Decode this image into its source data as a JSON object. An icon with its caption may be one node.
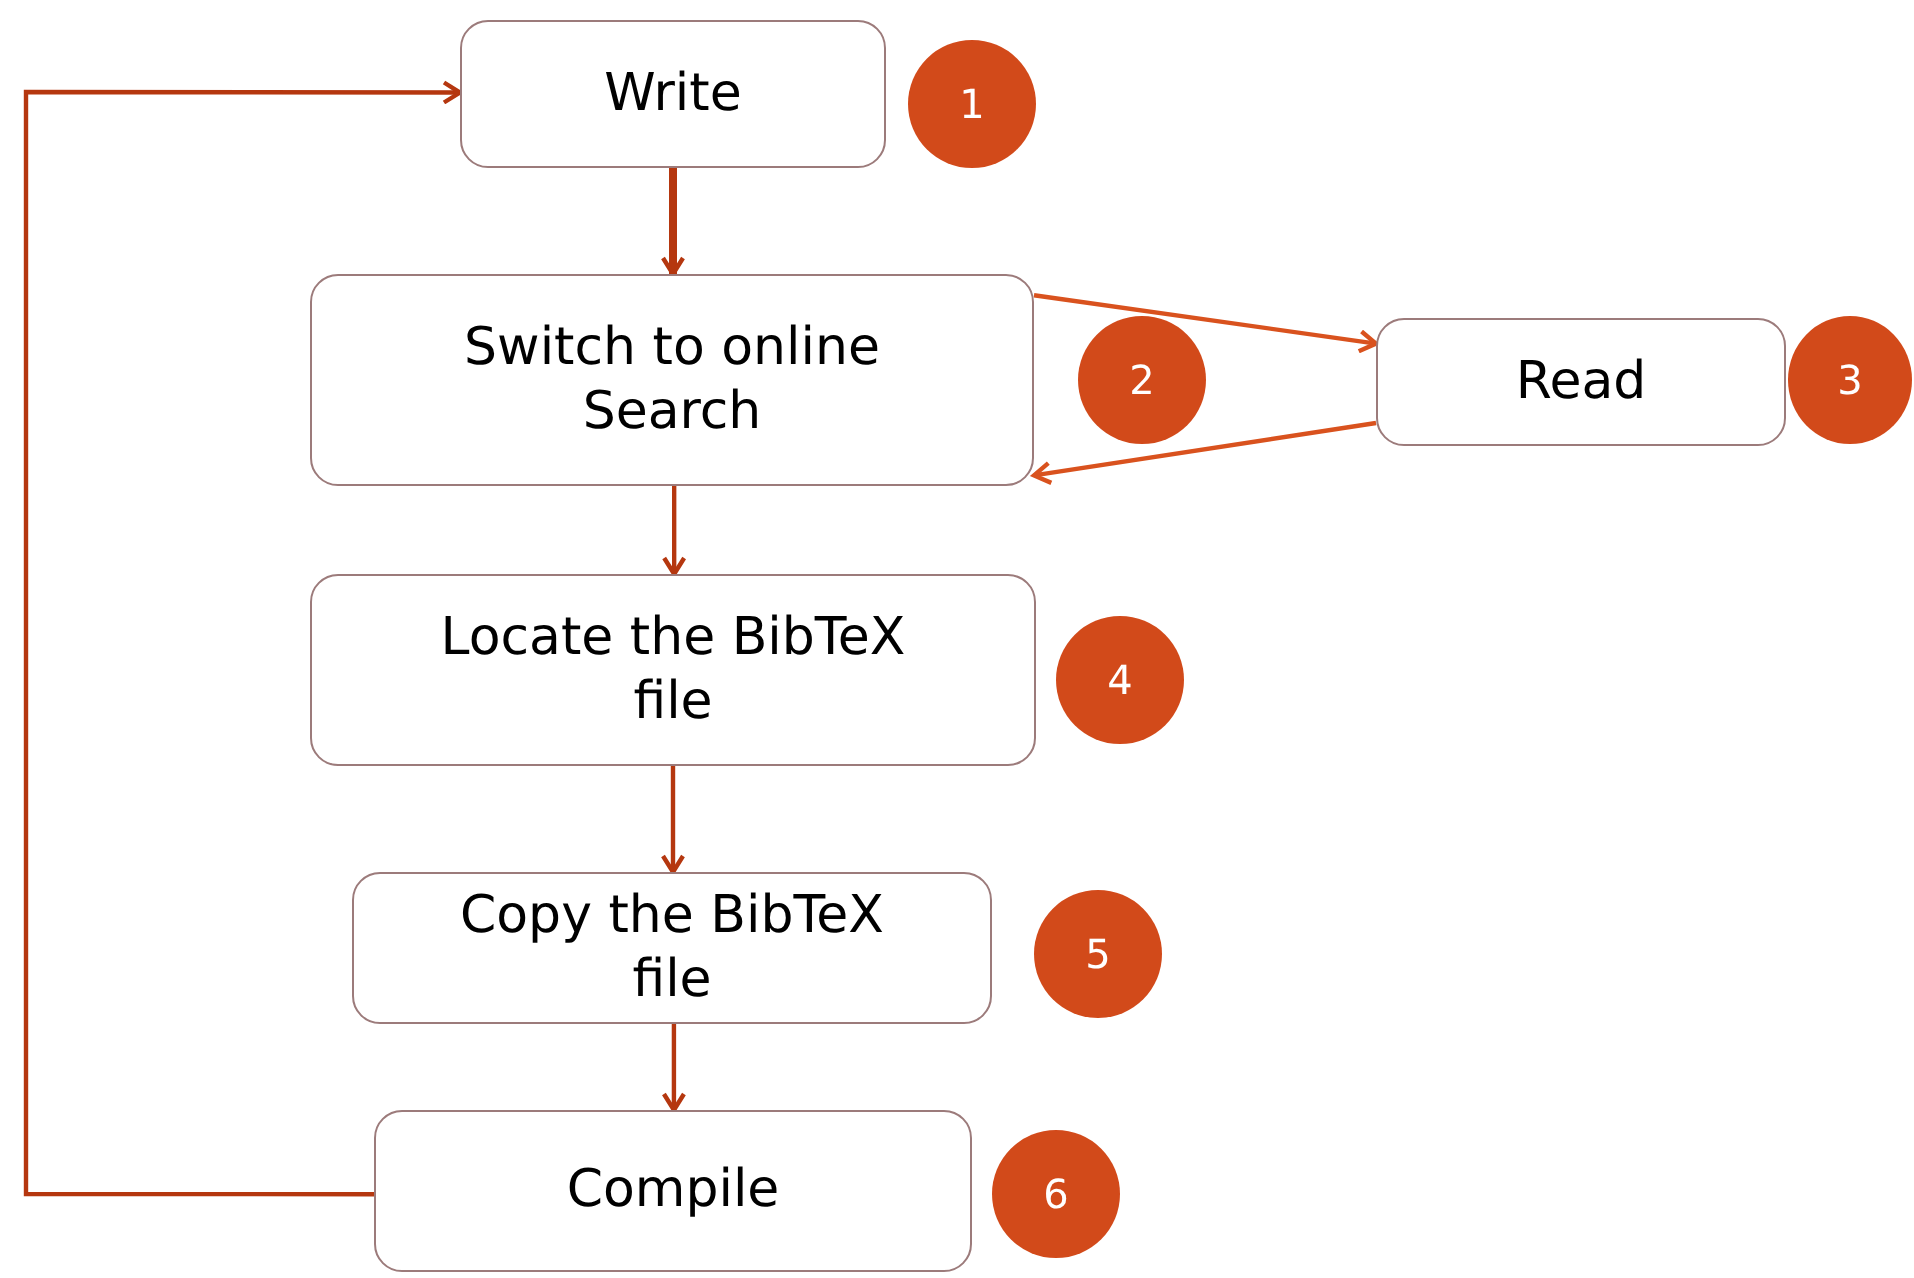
{
  "diagram": {
    "nodes": [
      {
        "text": [
          "Write"
        ]
      },
      {
        "text": [
          "Switch to online Search"
        ]
      },
      {
        "text": [
          "Read"
        ]
      },
      {
        "text": [
          "Locate the BibTeX file"
        ]
      },
      {
        "text": [
          "Copy the BibTeX file"
        ]
      },
      {
        "text": [
          "Compile"
        ]
      },
      {
        "text": [
          "1"
        ]
      },
      {
        "text": [
          "2"
        ]
      },
      {
        "text": [
          "3"
        ]
      },
      {
        "text": [
          "4"
        ]
      },
      {
        "text": [
          "5"
        ]
      },
      {
        "text": [
          "6"
        ]
      }
    ],
    "edges": [
      {
        "from": 0,
        "to": 1,
        "arrow": "to",
        "style": "thick"
      },
      {
        "from": 1,
        "to": 2,
        "arrow": "to",
        "color": "#d9521e"
      },
      {
        "from": 2,
        "to": 1,
        "arrow": "to",
        "color": "#d9521e"
      },
      {
        "from": 1,
        "to": 3,
        "arrow": "to"
      },
      {
        "from": 3,
        "to": 4,
        "arrow": "to"
      },
      {
        "from": 4,
        "to": 5,
        "arrow": "to"
      },
      {
        "from": 5,
        "to": 0,
        "arrow": "to"
      }
    ]
  }
}
